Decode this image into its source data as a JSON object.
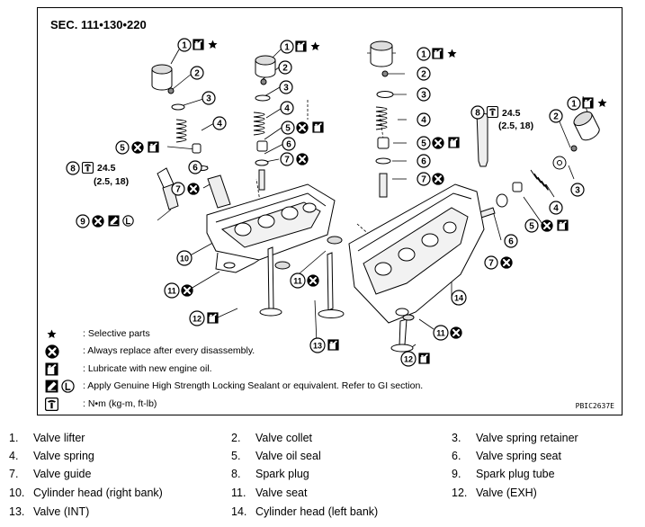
{
  "section": "SEC. 111•130•220",
  "doc_code": "PBIC2637E",
  "torque": {
    "value": "24.5",
    "alt": "(2.5, 18)"
  },
  "callouts": [
    "1",
    "2",
    "3",
    "4",
    "5",
    "6",
    "7",
    "8",
    "9",
    "10",
    "11",
    "12",
    "13",
    "14"
  ],
  "legend": [
    {
      "symbol": "star-icon",
      "text": ": Selective parts"
    },
    {
      "symbol": "replace-icon",
      "text": ": Always replace after every disassembly."
    },
    {
      "symbol": "oil-can-icon",
      "text": ": Lubricate with new engine oil."
    },
    {
      "symbol": "sealant-icon",
      "text": ": Apply Genuine High Strength Locking Sealant or equivalent. Refer to GI section."
    },
    {
      "symbol": "torque-wrench-icon",
      "text": ": N•m (kg-m, ft-lb)"
    }
  ],
  "parts": [
    {
      "num": "1.",
      "label": "Valve lifter"
    },
    {
      "num": "2.",
      "label": "Valve collet"
    },
    {
      "num": "3.",
      "label": "Valve spring retainer"
    },
    {
      "num": "4.",
      "label": "Valve spring"
    },
    {
      "num": "5.",
      "label": "Valve oil seal"
    },
    {
      "num": "6.",
      "label": "Valve spring seat"
    },
    {
      "num": "7.",
      "label": "Valve guide"
    },
    {
      "num": "8.",
      "label": "Spark plug"
    },
    {
      "num": "9.",
      "label": "Spark plug tube"
    },
    {
      "num": "10.",
      "label": "Cylinder head (right bank)"
    },
    {
      "num": "11.",
      "label": "Valve seat"
    },
    {
      "num": "12.",
      "label": "Valve (EXH)"
    },
    {
      "num": "13.",
      "label": "Valve (INT)"
    },
    {
      "num": "14.",
      "label": "Cylinder head (left bank)"
    }
  ]
}
